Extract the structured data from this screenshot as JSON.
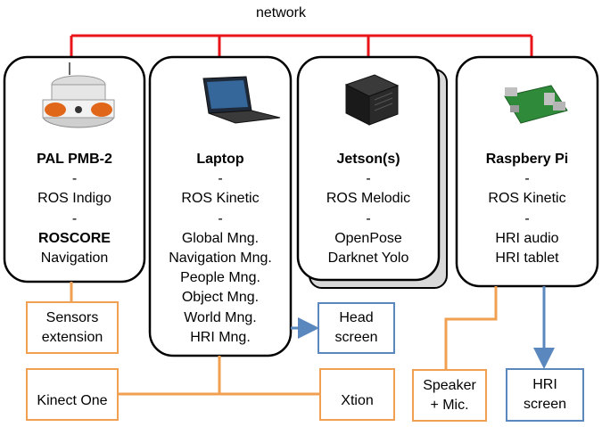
{
  "network_label": "network",
  "nodes": {
    "pal": {
      "title": "PAL PMB-2",
      "lines": [
        "-",
        "ROS Indigo",
        "-"
      ],
      "bold_line": "ROSCORE",
      "extra": "Navigation",
      "icon": "robot-icon"
    },
    "laptop": {
      "title": "Laptop",
      "lines": [
        "-",
        "ROS Kinetic",
        "-",
        "Global Mng.",
        "Navigation Mng.",
        "People Mng.",
        "Object Mng.",
        "World Mng.",
        "HRI Mng."
      ],
      "icon": "laptop-icon"
    },
    "jetson": {
      "title": "Jetson(s)",
      "lines": [
        "-",
        "ROS Melodic",
        "-",
        "OpenPose",
        "Darknet Yolo"
      ],
      "icon": "gpu-module-icon"
    },
    "raspberry": {
      "title": "Raspbery Pi",
      "lines": [
        "-",
        "ROS Kinetic",
        "-",
        "HRI audio",
        "HRI tablet"
      ],
      "icon": "raspberry-board-icon"
    }
  },
  "peripherals": {
    "sensors": {
      "line1": "Sensors",
      "line2": "extension"
    },
    "head_screen": {
      "line1": "Head",
      "line2": "screen"
    },
    "kinect": {
      "label": "Kinect One",
      "icon": "kinect-icon"
    },
    "xtion": {
      "label": "Xtion",
      "icon": "xtion-icon"
    },
    "speaker": {
      "line1": "Speaker",
      "line2": "+ Mic."
    },
    "hri_screen": {
      "line1": "HRI",
      "line2": "screen"
    }
  },
  "colors": {
    "network": "#e8141a",
    "orange": "#f0a050",
    "blue": "#5b87bf",
    "box": "#000000",
    "shadow": "#d9d9d9"
  }
}
